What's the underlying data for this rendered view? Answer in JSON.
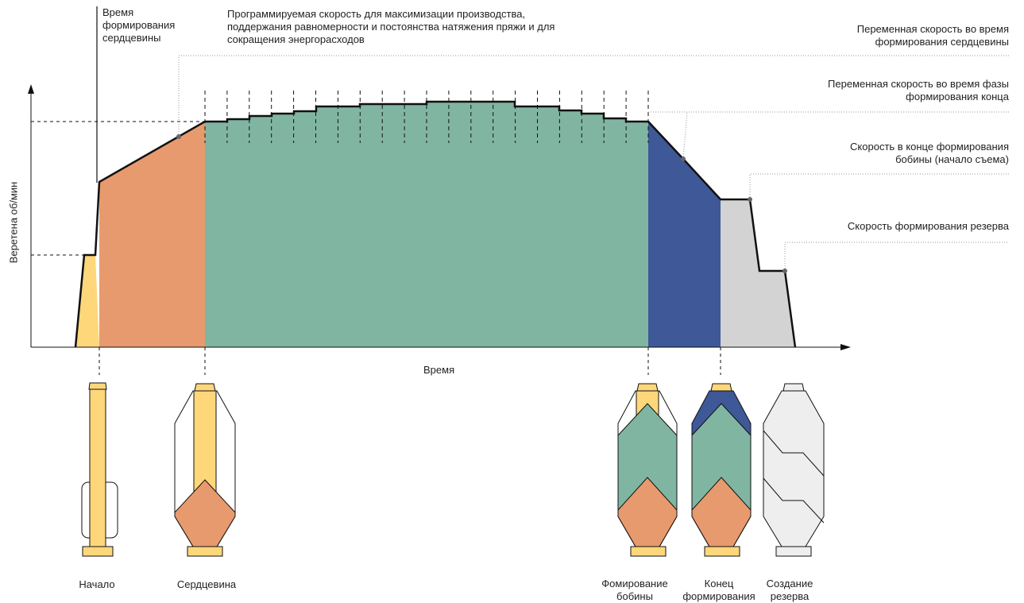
{
  "axes": {
    "y_label": "Веретена об/мин",
    "x_label": "Время"
  },
  "annotations": {
    "core_time": [
      "Время",
      "формирования",
      "сердцевины"
    ],
    "programmable_speed": [
      "Программируемая скорость для максимизации производства,",
      "поддержания равномерности и постоянства натяжения пряжи и для",
      "сокращения энергорасходов"
    ],
    "variable_core": [
      "Переменная скорость во время",
      "формирования сердцевины"
    ],
    "variable_end": [
      "Переменная скорость во время фазы",
      "формирования конца"
    ],
    "end_speed": [
      "Скорость в конце формирования",
      "бобины (начало съема)"
    ],
    "reserve_speed": [
      "Скорость формирования резерва"
    ]
  },
  "stages": {
    "start": [
      "Начало"
    ],
    "core": [
      "Сердцевина"
    ],
    "bobbin": [
      "Фомирование",
      "бобины"
    ],
    "end": [
      "Конец",
      "формирования"
    ],
    "reserve": [
      "Создание",
      "резерва"
    ]
  },
  "colors": {
    "start": "#FDD77A",
    "core": "#E79A6E",
    "main": "#80B5A2",
    "end_phase": "#3E5898",
    "reserve": "#D3D3D3",
    "reserve_bobbin": "#EEEEEE",
    "outline": "#111111"
  }
}
